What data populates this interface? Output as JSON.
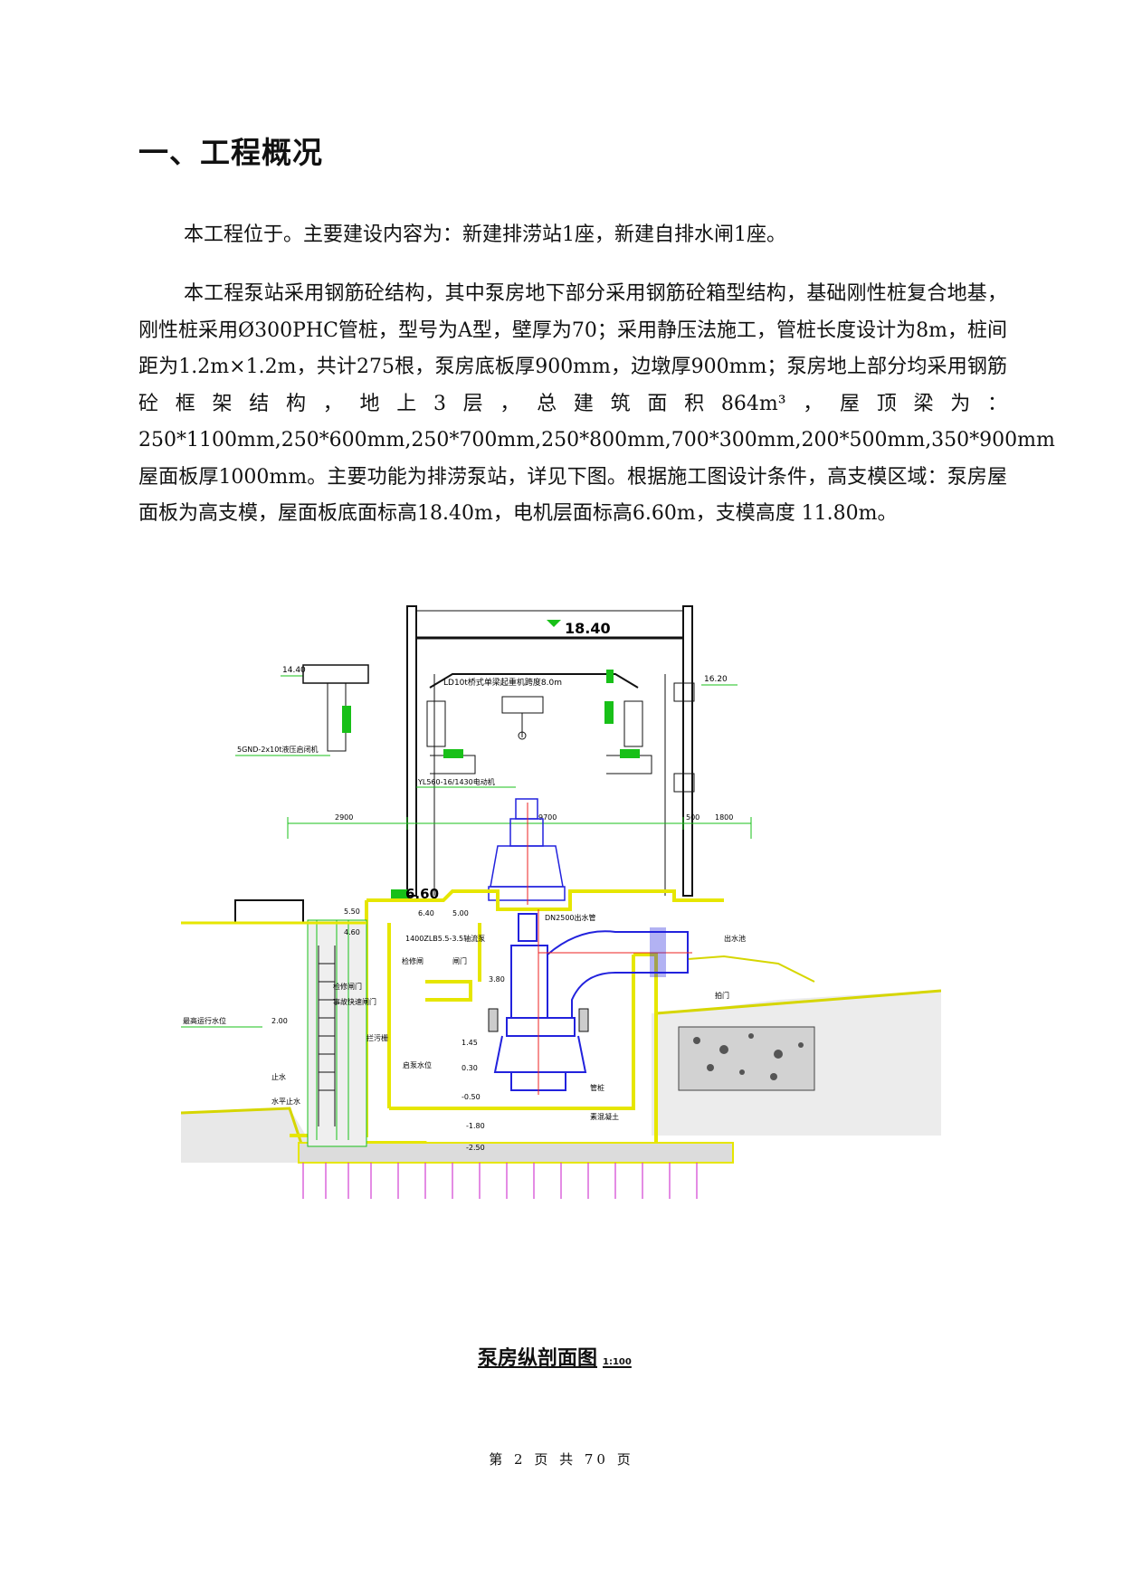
{
  "heading": "一、工程概况",
  "paragraphs": [
    "本工程位于。主要建设内容为：新建排涝站1座，新建自排水闸1座。",
    "本工程泵站采用钢筋砼结构，其中泵房地下部分采用钢筋砼箱型结构，基础刚性桩复合地基，刚性桩采用Ø300PHC管桩，型号为A型，壁厚为70；采用静压法施工，管桩长度设计为8m，桩间距为1.2m×1.2m，共计275根，泵房底板厚900mm，边墩厚900mm；泵房地上部分均采用钢筋砼框架结构，地上3层，总建筑面积864m³，屋顶梁为：250*1100mm,250*600mm,250*700mm,250*800mm,700*300mm,200*500mm,350*900mm 屋面板厚1000mm。主要功能为排涝泵站，详见下图。根据施工图设计条件，高支模区域：泵房屋面板为高支模，屋面板底面标高18.40m，电机层面标高6.60m，支模高度 11.80m。"
  ],
  "figure": {
    "caption": "泵房纵剖面图",
    "scale": "1:100",
    "labels": {
      "roof_elev": "18.40",
      "crane": "LD10t桥式单梁起重机跨度8.0m",
      "elev_1620": "16.20",
      "elev_1440": "14.40",
      "hoist": "5GND-2x10t液压启闭机",
      "motor": "YL560-16/1430电动机",
      "dim_left": "2900",
      "dim_mid": "9700",
      "dim_right1": "500",
      "dim_right2": "1800",
      "floor_elev": "6.60",
      "elev_640": "6.40",
      "elev_550": "5.50",
      "elev_500": "5.00",
      "elev_460": "4.60",
      "elev_380": "3.80",
      "pipe": "DN2500出水管",
      "gate_label": "闸门",
      "stoplog": "检修闸",
      "pump": "1400ZLB5.5-3.5轴流泵",
      "water_high": "最高运行水位",
      "elev_200": "2.00",
      "waterstop": "止水",
      "waterstop_h": "水平止水",
      "elev_145": "1.45",
      "elev_030": "0.30",
      "elev_n050": "-0.50",
      "elev_n180": "-1.80",
      "elev_n250": "-2.50",
      "trash_rack": "拦污栅",
      "maint_gate": "检修闸门",
      "auto_gate": "事故快速闸门",
      "start_level": "启泵水位",
      "outlet": "出水池",
      "flap": "拍门",
      "concrete": "素混凝土",
      "pile": "管桩"
    }
  },
  "footer": "第 2 页 共 70 页"
}
